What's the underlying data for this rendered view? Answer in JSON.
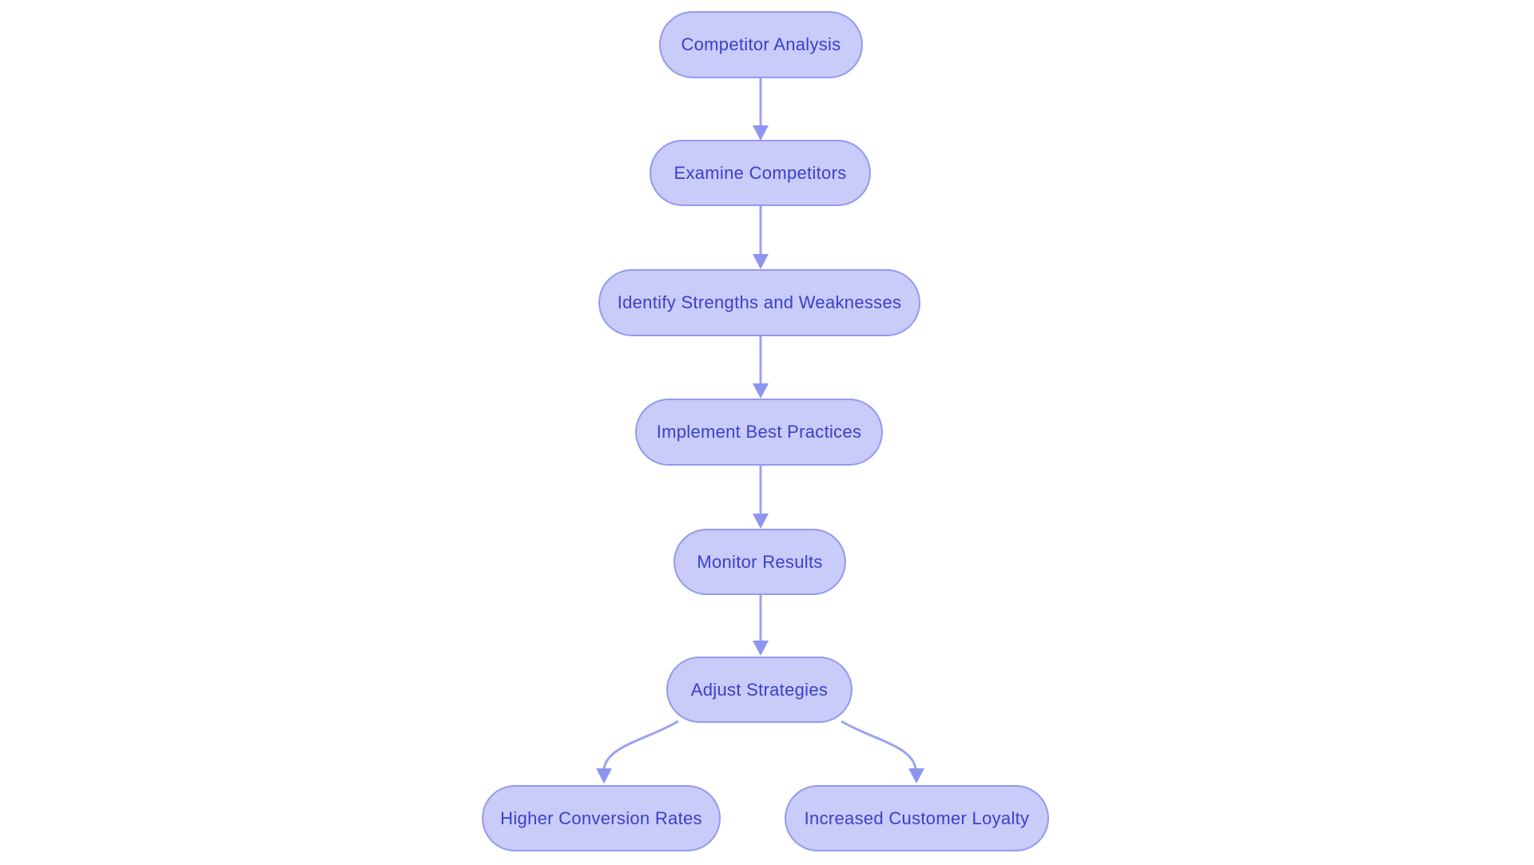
{
  "diagram": {
    "type": "flowchart",
    "direction": "top-down",
    "colors": {
      "background": "#ffffff",
      "node_fill": "#c9cbf8",
      "node_border": "#949af0",
      "node_text": "#3a41c8",
      "arrow_line": "#9ba2f2",
      "arrow_head": "#8d95ef"
    },
    "nodes": [
      {
        "id": "competitor-analysis",
        "label": "Competitor Analysis"
      },
      {
        "id": "examine-competitors",
        "label": "Examine Competitors"
      },
      {
        "id": "identify-strengths-weaknesses",
        "label": "Identify Strengths and Weaknesses"
      },
      {
        "id": "implement-best-practices",
        "label": "Implement Best Practices"
      },
      {
        "id": "monitor-results",
        "label": "Monitor Results"
      },
      {
        "id": "adjust-strategies",
        "label": "Adjust Strategies"
      },
      {
        "id": "higher-conversion-rates",
        "label": "Higher Conversion Rates"
      },
      {
        "id": "increased-customer-loyalty",
        "label": "Increased Customer Loyalty"
      }
    ],
    "edges": [
      {
        "from": "competitor-analysis",
        "to": "examine-competitors"
      },
      {
        "from": "examine-competitors",
        "to": "identify-strengths-weaknesses"
      },
      {
        "from": "identify-strengths-weaknesses",
        "to": "implement-best-practices"
      },
      {
        "from": "implement-best-practices",
        "to": "monitor-results"
      },
      {
        "from": "monitor-results",
        "to": "adjust-strategies"
      },
      {
        "from": "adjust-strategies",
        "to": "higher-conversion-rates"
      },
      {
        "from": "adjust-strategies",
        "to": "increased-customer-loyalty"
      }
    ]
  }
}
